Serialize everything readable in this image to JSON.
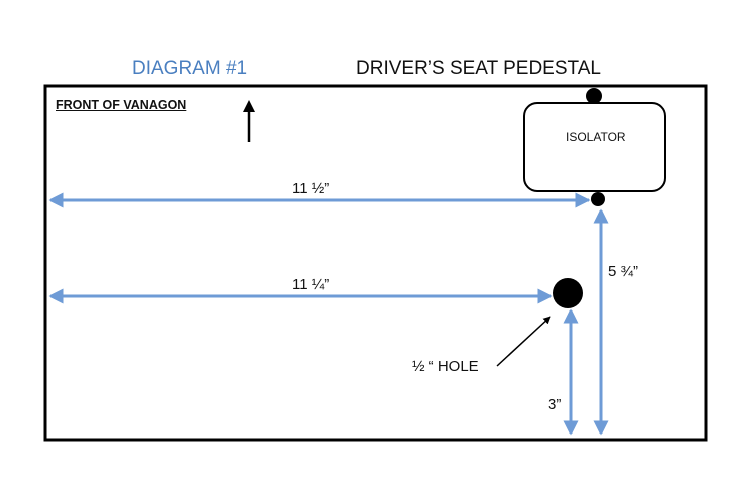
{
  "titles": {
    "diagram_number": "DIAGRAM #1",
    "subject": "DRIVER’S SEAT PEDESTAL"
  },
  "labels": {
    "front": "FRONT OF VANAGON",
    "isolator": "ISOLATOR",
    "hole": "½ “ HOLE"
  },
  "dimensions": {
    "upper_horizontal": "11 ½”",
    "lower_horizontal": "11 ¼”",
    "vertical_long": "5 ¾”",
    "vertical_short": "3”"
  },
  "colors": {
    "title_accent": "#4a7fc0",
    "dimension_line": "#6e9bd6",
    "outline": "#000000"
  },
  "icons": {
    "front_direction": "arrow-up-icon"
  }
}
